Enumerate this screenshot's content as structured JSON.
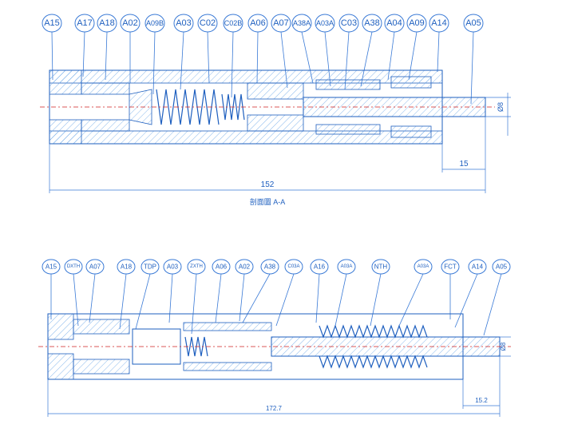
{
  "view1": {
    "balloons": [
      "A15",
      "A17",
      "A18",
      "A02",
      "A09B",
      "A03",
      "C02",
      "C02B",
      "A06",
      "A07",
      "A38A",
      "A03A",
      "C03",
      "A38",
      "A04",
      "A09",
      "A14",
      "A05"
    ],
    "diameter_label": "Ø8",
    "dim_short": "15",
    "dim_total": "152",
    "section_caption": "剖面圖 A-A"
  },
  "view2": {
    "balloons": [
      "A15",
      "DXTH",
      "A07",
      "A18",
      "TDP",
      "A03",
      "ZXTH",
      "A06",
      "A02",
      "A38",
      "C03A",
      "A16",
      "A03A",
      "NTH",
      "A03A",
      "FCT",
      "A14",
      "A05"
    ],
    "diameter_label": "Ø8",
    "dim_short": "15.2",
    "dim_total": "172.7"
  },
  "colors": {
    "line": "#1e5fbf",
    "balloon": "#3a7ad6",
    "centerline": "#d02020"
  }
}
